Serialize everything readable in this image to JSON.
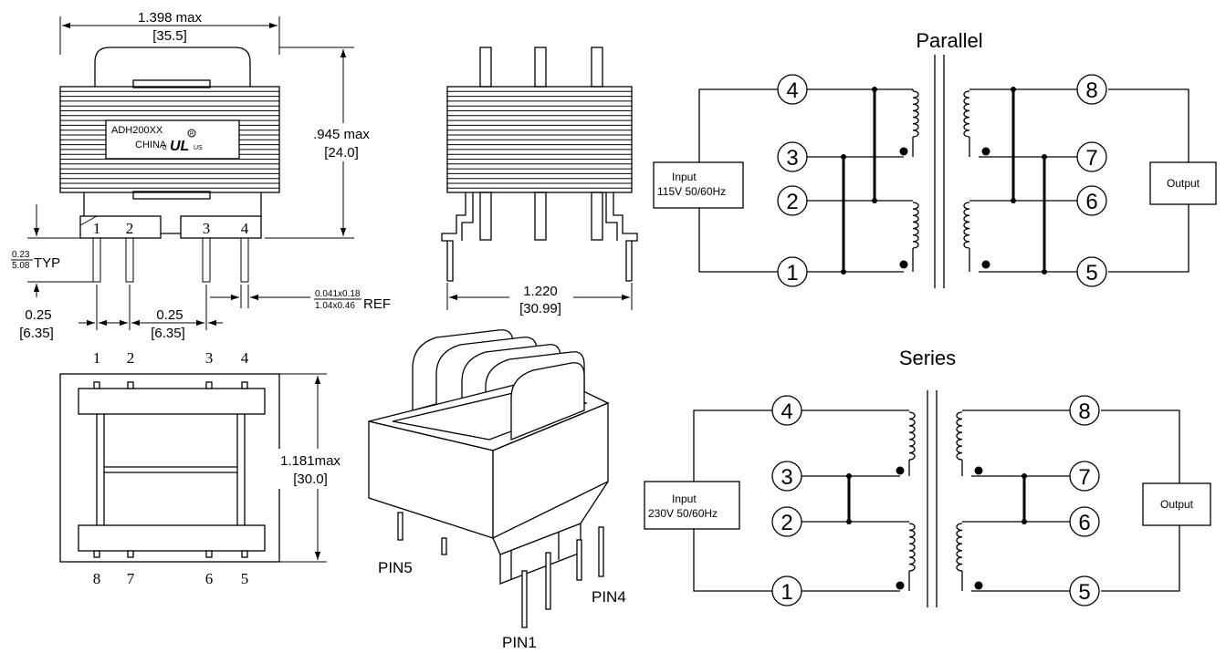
{
  "dimensions": {
    "top_width_in": "1.398 max",
    "top_width_mm": "[35.5]",
    "height_in": ".945 max",
    "height_mm": "[24.0]",
    "pin_len_num": "0.23",
    "pin_len_den": "5.08",
    "pin_len_suffix": "TYP",
    "pitch_left_in": "0.25",
    "pitch_left_mm": "[6.35]",
    "pitch_mid_in": "0.25",
    "pitch_mid_mm": "[6.35]",
    "pin_size_num": "0.041x0.18",
    "pin_size_den": "1.04x0.46",
    "pin_size_suffix": "REF",
    "side_width_in": "1.220",
    "side_width_mm": "[30.99]",
    "bottom_depth_in": "1.181max",
    "bottom_depth_mm": "[30.0]"
  },
  "label_plate": {
    "part_number": "ADH200XX",
    "origin": "CHINA",
    "ul_c": "C",
    "ul_mark": "UL",
    "ul_us": "US",
    "ul_reg": "R"
  },
  "front_pins": [
    "1",
    "2",
    "3",
    "4"
  ],
  "bottom_pins_top": [
    "1",
    "2",
    "3",
    "4"
  ],
  "bottom_pins_bottom": [
    "8",
    "7",
    "6",
    "5"
  ],
  "iso_labels": {
    "pin5": "PIN5",
    "pin1": "PIN1",
    "pin4": "PIN4"
  },
  "parallel": {
    "title": "Parallel",
    "input_line1": "Input",
    "input_line2": "115V 50/60Hz",
    "output": "Output",
    "pins": [
      "4",
      "3",
      "2",
      "1",
      "8",
      "7",
      "6",
      "5"
    ]
  },
  "series": {
    "title": "Series",
    "input_line1": "Input",
    "input_line2": "230V 50/60Hz",
    "output": "Output",
    "pins": [
      "4",
      "3",
      "2",
      "1",
      "8",
      "7",
      "6",
      "5"
    ]
  }
}
